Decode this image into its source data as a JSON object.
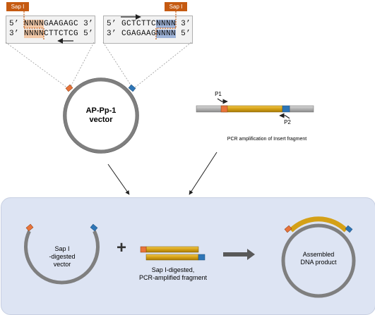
{
  "top": {
    "left_enzyme": "Sap I",
    "right_enzyme": "Sap I",
    "left_seq": {
      "line1": {
        "prime5": "5’",
        "nnnn": "NNNN",
        "rest": "GAAGAGC",
        "prime3": "3’"
      },
      "line2": {
        "prime5": "3’",
        "nnnn": "NNNN",
        "rest": "CTTCTCG",
        "prime3": "5’"
      }
    },
    "right_seq": {
      "line1": {
        "prime5": "5’",
        "rest": "GCTCTTC",
        "nnnn": "NNNN",
        "prime3": "3’"
      },
      "line2": {
        "prime5": "3’",
        "rest": "CGAGAAG",
        "nnnn": "NNNN",
        "prime3": "5’"
      }
    },
    "vector_label": [
      "AP-Pp-1",
      "vector"
    ],
    "primer1": "P1",
    "primer2": "P2",
    "pcr_caption": "PCR amplification of Insert fragment"
  },
  "bottom": {
    "digested_vector_label": [
      "Sap I",
      "-digested",
      "vector"
    ],
    "plus": "+",
    "fragment_label": [
      "Sap I-digested,",
      "PCR-amplified fragment"
    ],
    "product_label": [
      "Assembled",
      "DNA product"
    ]
  },
  "colors": {
    "backbone": "#7f7f7f",
    "insert": "#d4a017",
    "orange_end": "#e8743b",
    "blue_end": "#2e75b6",
    "enzyme_box": "#c55a11",
    "panel": "#dde4f3"
  }
}
